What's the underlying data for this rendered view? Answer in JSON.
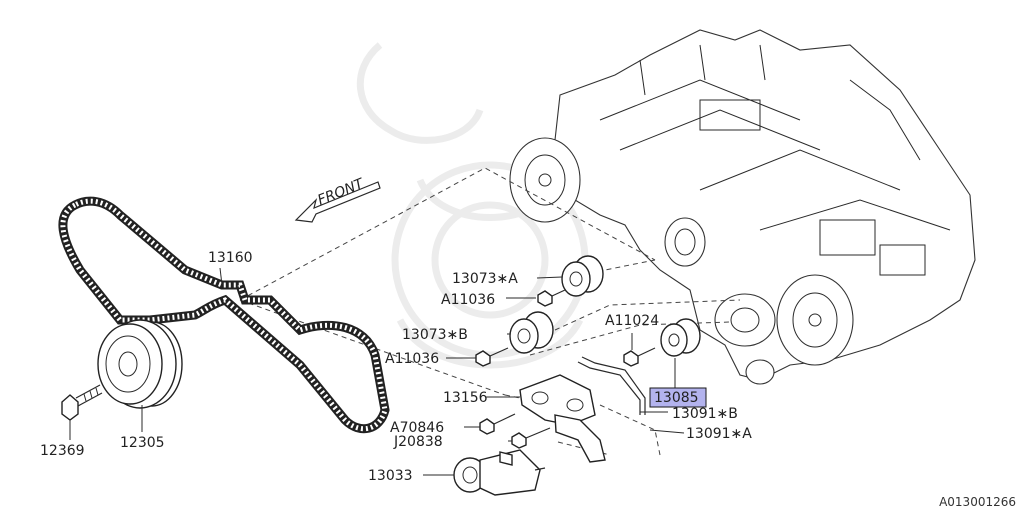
{
  "diagram": {
    "direction_text": "FRONT",
    "reference_code": "A013001266",
    "highlight_color": "#b3b3ee",
    "callouts": {
      "c13160": "13160",
      "c13073a": "13073∗A",
      "a11036_1": "A11036",
      "c13073b": "13073∗B",
      "a11036_2": "A11036",
      "a11024": "A11024",
      "c13085": "13085",
      "c13156": "13156",
      "c13091b": "13091∗B",
      "a70846": "A70846",
      "j20838": "J20838",
      "c13091a": "13091∗A",
      "c13033": "13033",
      "c12369": "12369",
      "c12305": "12305"
    }
  }
}
